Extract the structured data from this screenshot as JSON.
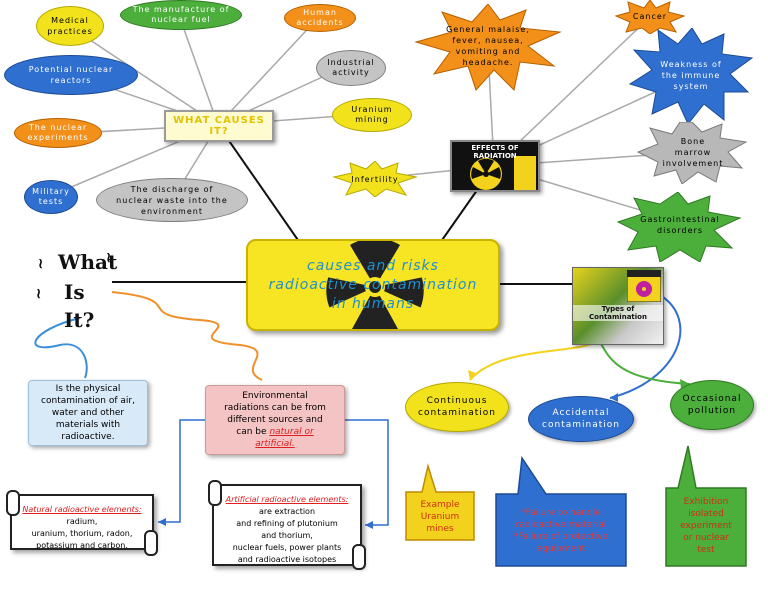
{
  "center": {
    "lines": [
      "causes and risks",
      "radioactive contamination",
      "in humans"
    ]
  },
  "causes_box": {
    "label": "WHAT CAUSES IT?"
  },
  "causes": {
    "medical": [
      "Medical",
      "practices"
    ],
    "nuclear_fuel": [
      "The manufacture of",
      "nuclear fuel"
    ],
    "human_accidents": [
      "Human",
      "accidents"
    ],
    "industrial": [
      "Industrial",
      "activity"
    ],
    "uranium_mining": [
      "Uranium",
      "mining"
    ],
    "reactors": [
      "Potential nuclear",
      "reactors"
    ],
    "experiments": [
      "The nuclear",
      "experiments"
    ],
    "military": [
      "Military",
      "tests"
    ],
    "waste": [
      "The discharge of",
      "nuclear waste into the",
      "environment"
    ]
  },
  "effects_box": {
    "label": "EFFECTS OF RADIATION"
  },
  "effects": {
    "malaise": [
      "General malaise,",
      "fever, nausea,",
      "vomiting and",
      "headache."
    ],
    "cancer": [
      "Cancer"
    ],
    "immune": [
      "Weakness of",
      "the immune",
      "system"
    ],
    "bone": [
      "Bone",
      "marrow",
      "involvement"
    ],
    "infertility": [
      "Infertility"
    ],
    "gastro": [
      "Gastrointestinal",
      "disorders"
    ]
  },
  "what_is_it": {
    "title_line1": "What",
    "title_line2": "Is It?",
    "definition": [
      "Is the physical",
      "contamination of air,",
      "water and other",
      "materials with",
      "radioactive."
    ]
  },
  "sources": {
    "intro": [
      "Environmental",
      "radiations can be from",
      "different sources and",
      "can be"
    ],
    "intro_link": [
      "natural or",
      "artificial."
    ],
    "natural_title": "Natural radioactive elements:",
    "natural_text": [
      "radium,",
      "uranium, thorium, radon,",
      "potassium and carbon."
    ],
    "artificial_title": "Artificial radioactive elements:",
    "artificial_text": [
      "are extraction",
      "and refining of plutonium",
      "and thorium,",
      "nuclear fuels, power plants",
      "and radioactive isotopes"
    ]
  },
  "types": {
    "image_label": "Types of Contamination",
    "continuous": [
      "Continuous",
      "contamination"
    ],
    "accidental": [
      "Accidental",
      "contamination"
    ],
    "occasional": [
      "Occasional",
      "pollution"
    ],
    "example_continuous": [
      "Example",
      "Uranium",
      "mines"
    ],
    "example_accidental": [
      "*Failure to handle",
      "radioactive material",
      "*Failure of protective",
      "equipment"
    ],
    "example_occasional": [
      "Exhibition",
      "isolated",
      "experiment",
      "or nuclear",
      "test"
    ]
  },
  "colors": {
    "yellow": "#f2e21c",
    "green": "#4cae3b",
    "blue": "#2f6fd0",
    "orange": "#f39019",
    "gray": "#b8b8b8",
    "center_text": "#1f8fcf"
  }
}
